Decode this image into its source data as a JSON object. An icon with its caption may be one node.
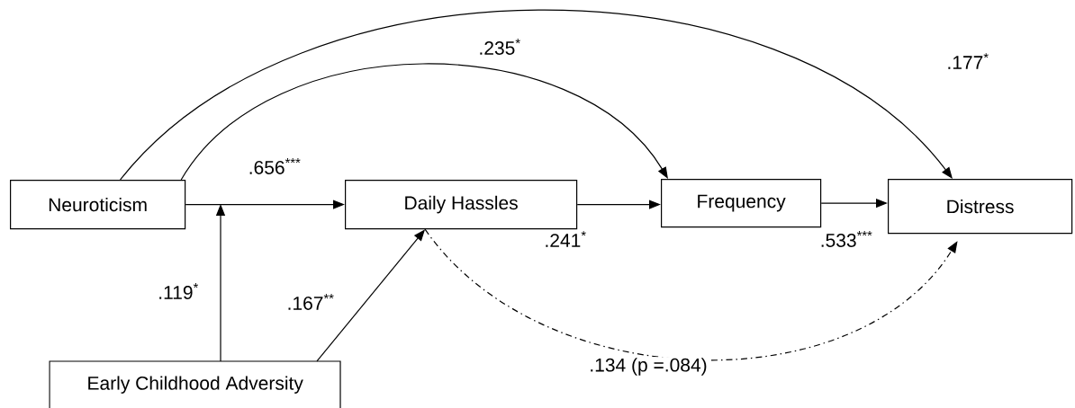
{
  "diagram": {
    "nodes": [
      {
        "text": [
          "Neuroticism"
        ]
      },
      {
        "text": [
          "Daily Hassles"
        ]
      },
      {
        "text": [
          "Frequency"
        ]
      },
      {
        "text": [
          "Distress"
        ]
      },
      {
        "text": [
          "Early Childhood Adversity"
        ]
      }
    ],
    "edges": [
      {
        "from": 0,
        "to": 1,
        "arrow": "to",
        "label": ".656$^{***}$"
      },
      {
        "from": 1,
        "to": 2,
        "arrow": "to",
        "label": ".241$^{*}$"
      },
      {
        "from": 2,
        "to": 3,
        "arrow": "to",
        "label": ".533$^{***}$"
      },
      {
        "from": 0,
        "to": 2,
        "arrow": "to",
        "label": ".235$^{*}$"
      },
      {
        "from": 0,
        "to": 3,
        "arrow": "to",
        "label": ".177$^{*}$"
      },
      {
        "from": 4,
        "to": null,
        "arrow": "to",
        "label": ".119$^{*}$"
      },
      {
        "from": 4,
        "to": 1,
        "arrow": "to",
        "label": ".167$^{**}$"
      },
      {
        "from": 1,
        "to": 3,
        "arrow": "to",
        "label": ".134 (p =.084)",
        "style": "dashed"
      }
    ]
  }
}
